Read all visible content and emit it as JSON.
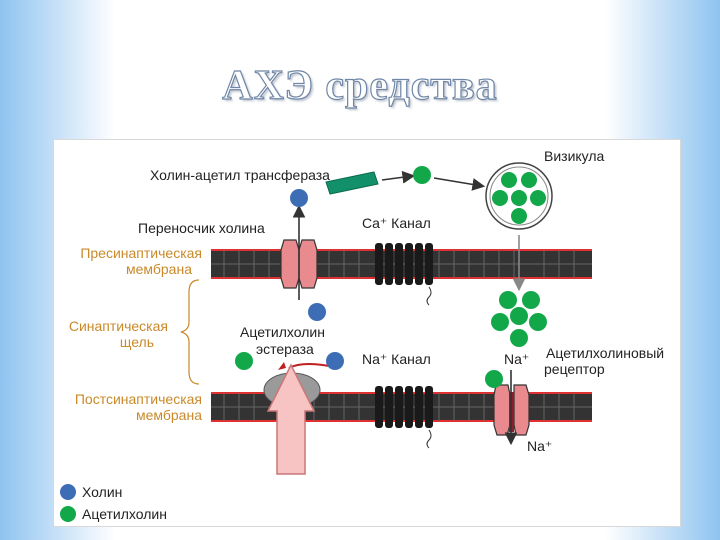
{
  "slide": {
    "title": "АХЭ средства"
  },
  "diagram": {
    "labels": {
      "transferase": "Холин-ацетил трансфераза",
      "vesicle": "Визикула",
      "choline_carrier": "Переносчик холина",
      "ca_channel": "Ca⁺ Канал",
      "presynaptic_1": "Пресинаптическая",
      "presynaptic_2": "мембрана",
      "cleft_1": "Синаптическая",
      "cleft_2": "щель",
      "ache_1": "Ацетилхолин",
      "ache_2": "эстераза",
      "na_channel": "Na⁺ Канал",
      "na_in": "Na⁺",
      "receptor_1": "Ацетилхолиновый",
      "receptor_2": "рецептор",
      "postsynaptic_1": "Постсинаптическая",
      "postsynaptic_2": "мембрана",
      "na_out": "Na⁺"
    },
    "legend": {
      "choline": "Холин",
      "acetylcholine": "Ацетилхолин"
    },
    "colors": {
      "choline": "#3d6db5",
      "acetylcholine": "#12a84a",
      "membrane": "#333333",
      "membrane_edge": "#e03030",
      "transporter": "#e88a8e",
      "big_arrow": "#f7c3c3",
      "label_orange": "#c98a2a"
    }
  }
}
